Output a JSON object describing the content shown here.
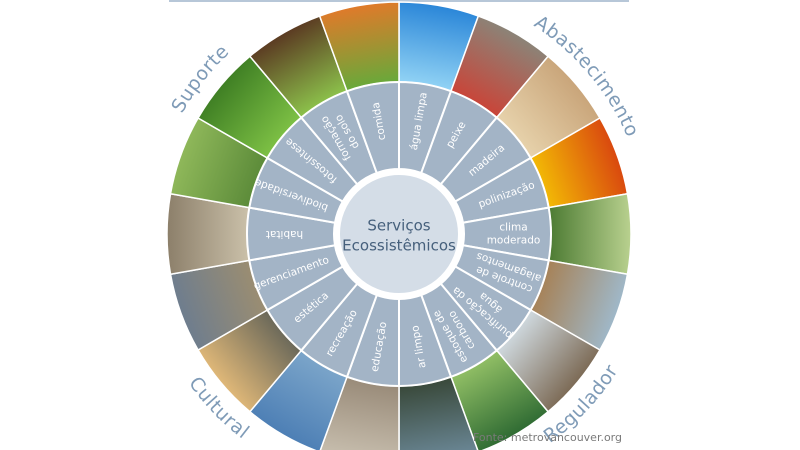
{
  "center_title": [
    "Serviços",
    "Ecossistêmicos"
  ],
  "source": "Fonte: metrovancouver.org",
  "categories": [
    {
      "label": "Suporte",
      "deg": -52,
      "id": "category-suporte"
    },
    {
      "label": "Abastecimento",
      "deg": 50,
      "id": "category-abastecimento"
    },
    {
      "label": "Regulador",
      "deg": 133,
      "id": "category-regulador"
    },
    {
      "label": "Cultural",
      "deg": -134,
      "id": "category-cultural"
    }
  ],
  "services": [
    {
      "lines": [
        "água limpa"
      ],
      "name": "service-agua-limpa"
    },
    {
      "lines": [
        "peixe"
      ],
      "name": "service-peixe"
    },
    {
      "lines": [
        "madeira"
      ],
      "name": "service-madeira"
    },
    {
      "lines": [
        "polinização"
      ],
      "name": "service-polinizacao"
    },
    {
      "lines": [
        "clima",
        "moderado"
      ],
      "name": "service-clima-moderado"
    },
    {
      "lines": [
        "controle de",
        "alagamentos"
      ],
      "name": "service-controle-de-alagamentos"
    },
    {
      "lines": [
        "purificação da",
        "água"
      ],
      "name": "service-purificacao-da-agua"
    },
    {
      "lines": [
        "estoque de",
        "carbono"
      ],
      "name": "service-estoque-de-carbono"
    },
    {
      "lines": [
        "ar limpo"
      ],
      "name": "service-ar-limpo"
    },
    {
      "lines": [
        "educação"
      ],
      "name": "service-educacao"
    },
    {
      "lines": [
        "recreação"
      ],
      "name": "service-recreacao"
    },
    {
      "lines": [
        "estética"
      ],
      "name": "service-estetica"
    },
    {
      "lines": [
        "gerenciamento"
      ],
      "name": "service-gerenciamento"
    },
    {
      "lines": [
        "habitat"
      ],
      "name": "service-habitat"
    },
    {
      "lines": [
        "biodiversidade"
      ],
      "name": "service-biodiversidade"
    },
    {
      "lines": [
        "fotossíntese"
      ],
      "name": "service-fotossintese"
    },
    {
      "lines": [
        "formação",
        "do solo"
      ],
      "name": "service-formacao-do-solo"
    },
    {
      "lines": [
        "comida"
      ],
      "name": "service-comida"
    }
  ],
  "photos": [
    {
      "name": "photo-water-faucet-icon",
      "top": "#2a86d8",
      "bottom": "#8fd1f4"
    },
    {
      "name": "photo-fish-icon",
      "top": "#8b8478",
      "bottom": "#c8463a"
    },
    {
      "name": "photo-wood-planks-icon",
      "top": "#c9a57a",
      "bottom": "#e6d1aa"
    },
    {
      "name": "photo-flower-icon",
      "top": "#d9480f",
      "bottom": "#f2b705"
    },
    {
      "name": "photo-forest-icon",
      "top": "#b9d18f",
      "bottom": "#4f7d35"
    },
    {
      "name": "photo-mountain-lake-icon",
      "top": "#9fb8c9",
      "bottom": "#a6835a"
    },
    {
      "name": "photo-stream-rocks-icon",
      "top": "#7c6a55",
      "bottom": "#cdd6db"
    },
    {
      "name": "photo-moss-trees-icon",
      "top": "#2f6b33",
      "bottom": "#8fbd64"
    },
    {
      "name": "photo-tall-trees-icon",
      "top": "#6d8a9a",
      "bottom": "#3a4a3c"
    },
    {
      "name": "photo-child-beach-icon",
      "top": "#c9c0b0",
      "bottom": "#9a8c7a"
    },
    {
      "name": "photo-people-walking-icon",
      "top": "#4d7fb5",
      "bottom": "#7aa4c9"
    },
    {
      "name": "photo-sunset-landscape-icon",
      "top": "#e0b878",
      "bottom": "#6d6a5a"
    },
    {
      "name": "photo-volunteers-icon",
      "top": "#6e7d8e",
      "bottom": "#9a8d72"
    },
    {
      "name": "photo-owl-icon",
      "top": "#8c7f6a",
      "bottom": "#c9bfa8"
    },
    {
      "name": "photo-bird-icon",
      "top": "#8fb85a",
      "bottom": "#5d8c3a"
    },
    {
      "name": "photo-leaf-icon",
      "top": "#3f7f24",
      "bottom": "#7cbf44"
    },
    {
      "name": "photo-seedling-soil-icon",
      "top": "#5b3a22",
      "bottom": "#8bbf4a"
    },
    {
      "name": "photo-vegetables-icon",
      "top": "#e07a2a",
      "bottom": "#6aa83a"
    }
  ]
}
